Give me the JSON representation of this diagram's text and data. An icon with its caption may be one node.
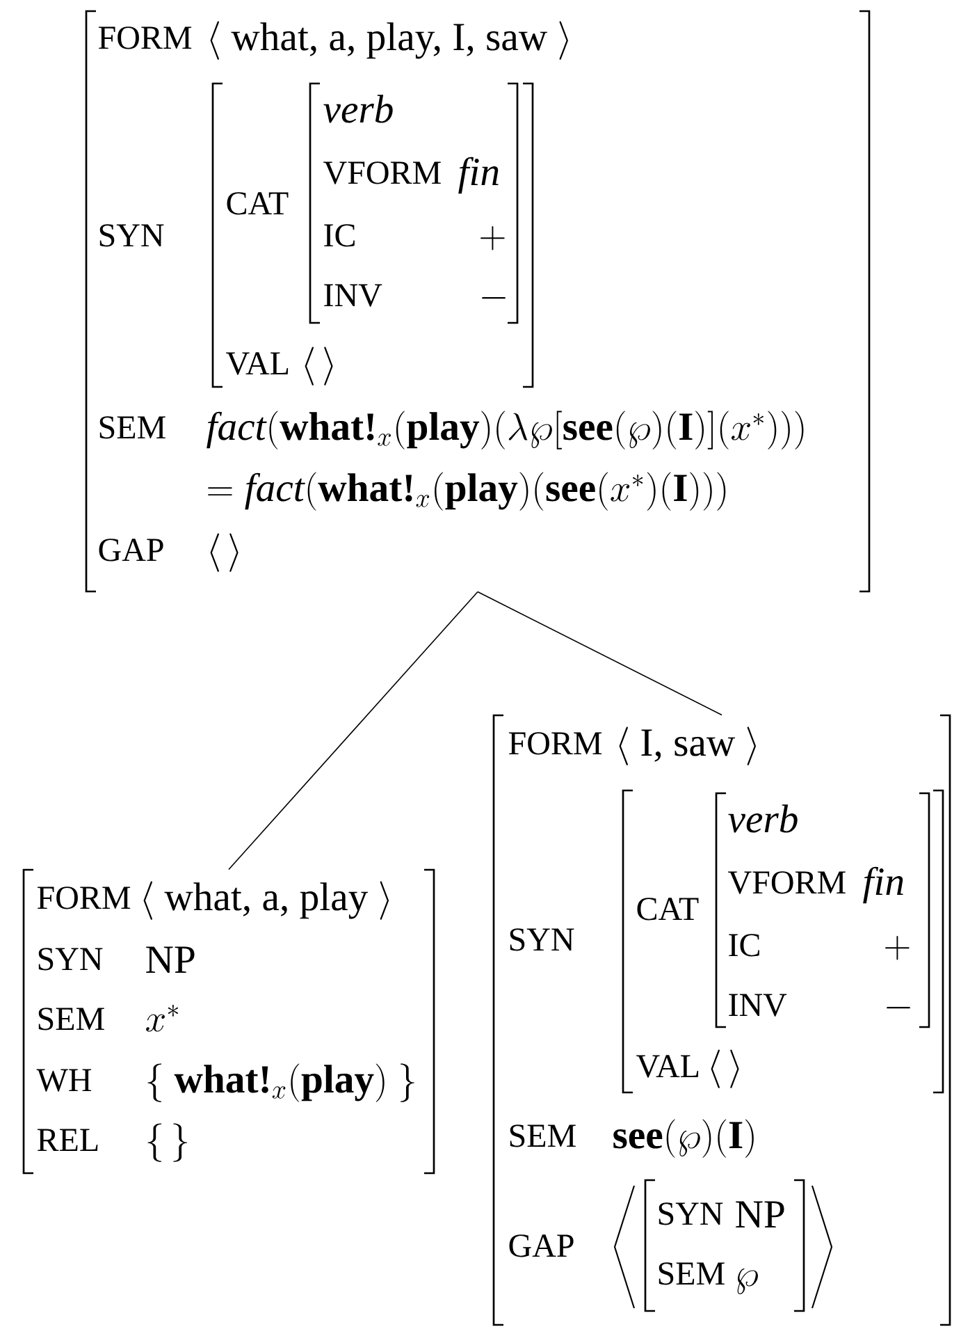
{
  "diagram": {
    "nodes": [
      {
        "text": [
          "FORM",
          "\\langle\\ \\mbox{what, a, play, I, saw}\\ \\rangle",
          "SYN",
          "SEM",
          "\\mathit{fact}(\\textbf{what!}_x(\\textbf{play})(\\lambda\\wp[\\mathbf{see}(\\wp)(\\mathbf{I})](x^*)))",
          "= \\mathit{fact}(\\textbf{what!}_x(\\textbf{play})(\\mathbf{see}(x^*)(\\mathbf{I})))",
          "GAP",
          "\\langle\\,\\rangle"
        ]
      },
      {
        "text": [
          "CAT",
          "VAL",
          "\\langle\\,\\rangle"
        ],
        "in": 0
      },
      {
        "text": [
          "verb",
          "VFORM",
          "fin",
          "IC",
          "+",
          "INV",
          "-"
        ],
        "in": 1
      },
      {
        "text": [
          "FORM",
          "\\langle\\ \\mbox{what, a, play}\\ \\rangle",
          "SYN",
          "NP",
          "SEM",
          "x^*",
          "WH",
          "\\{\\ \\textbf{what!}_x(\\textbf{play})\\ \\}",
          "REL",
          "\\{\\,\\}"
        ]
      },
      {
        "text": [
          "FORM",
          "\\langle\\ \\mbox{I, saw}\\ \\rangle",
          "SYN",
          "SEM",
          "\\mathbf{see}(\\wp)(\\mathbf{I})",
          "GAP"
        ]
      },
      {
        "text": [
          "CAT",
          "VAL",
          "\\langle\\,\\rangle"
        ],
        "in": 4
      },
      {
        "text": [
          "verb",
          "VFORM",
          "fin",
          "IC",
          "+",
          "INV",
          "-"
        ],
        "in": 5
      },
      {
        "text": [
          "SYN",
          "NP",
          "SEM",
          "\\wp"
        ],
        "in": 4
      }
    ],
    "edges": [
      {
        "from": 0,
        "to": 3,
        "arrow": "none"
      },
      {
        "from": 0,
        "to": 4,
        "arrow": "none"
      }
    ]
  }
}
